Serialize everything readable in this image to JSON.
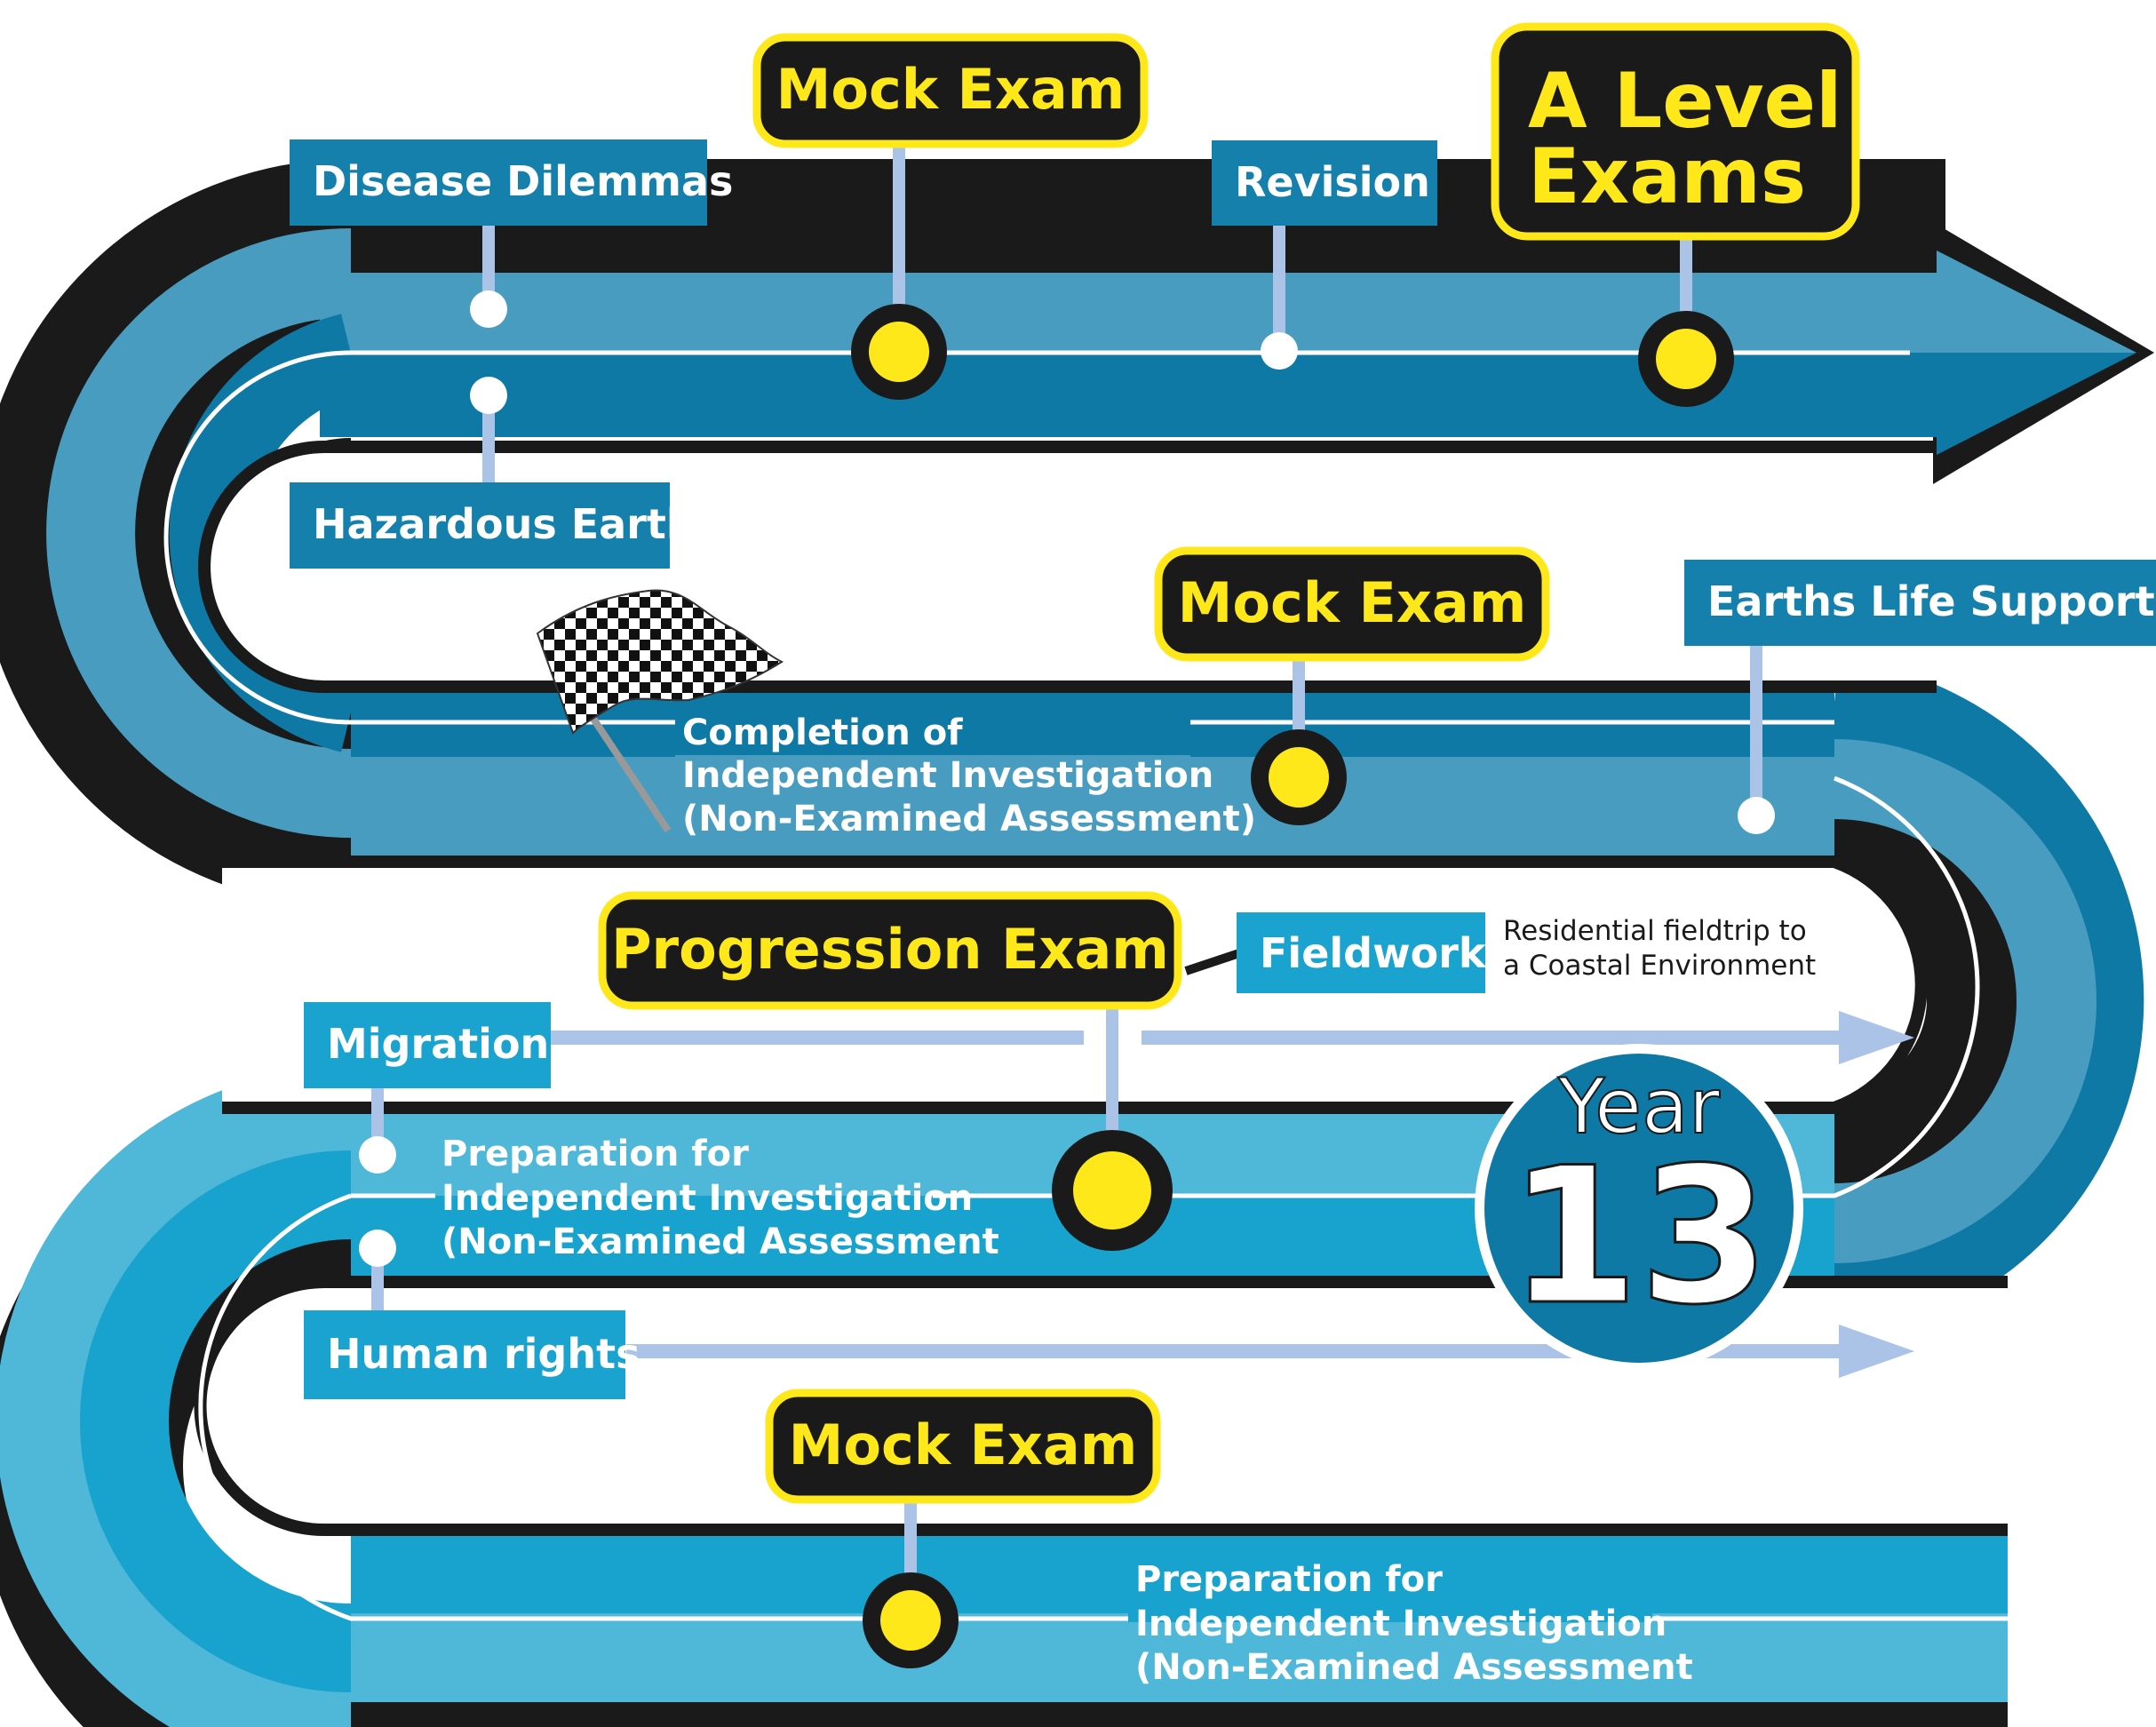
{
  "colors": {
    "road_outline": "#1a1a1a",
    "road_dark": "#0f79a6",
    "road_mid": "#479cbf",
    "road_light": "#4fb8d8",
    "road_bright": "#18a3cf",
    "lane_line": "#ffffff",
    "topic_box": "#1680ad",
    "topic_box_light": "#1aa3cf",
    "exam_fill": "#1a1a1a",
    "exam_border": "#ffe81a",
    "exam_text": "#ffe81a",
    "connector": "#aac3e6",
    "arrow": "#aac3e6"
  },
  "topics": {
    "disease_dilemmas": "Disease Dilemmas",
    "revision": "Revision",
    "hazardous_earth": "Hazardous Earth",
    "earths_life_support": "Earths Life Support Sy",
    "fieldwork": "Fieldwork",
    "migration": "Migration",
    "human_rights": "Human rights"
  },
  "exams": {
    "mock_top": "Mock Exam",
    "a_level_line1": "A Level",
    "a_level_line2": "Exams",
    "mock_middle": "Mock Exam",
    "progression": "Progression Exam",
    "mock_bottom": "Mock Exam"
  },
  "annotations": {
    "completion": {
      "line1": "Completion of",
      "line2": "Independent Investigation",
      "line3": "(Non-Examined Assessment)"
    },
    "preparation_upper": {
      "line1": "Preparation for",
      "line2": "Independent Investigation",
      "line3": "(Non-Examined Assessment"
    },
    "preparation_lower": {
      "line1": "Preparation for",
      "line2": "Independent Investigation",
      "line3": "(Non-Examined Assessment"
    },
    "fieldwork_note": {
      "line1": "Residential fieldtrip to",
      "line2": "a Coastal Environment"
    }
  },
  "year_badge": {
    "word": "Year",
    "number": "13"
  },
  "icons": {
    "finish_flag": "checkered-flag-icon",
    "direction_arrow": "road-arrow-icon"
  }
}
